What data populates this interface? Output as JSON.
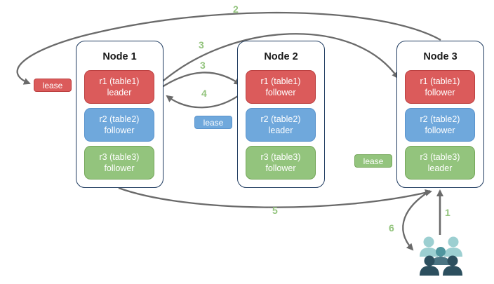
{
  "nodes": [
    {
      "title": "Node 1",
      "replicas": [
        {
          "name": "r1 (table1)",
          "role": "leader",
          "color": "#db5b5b"
        },
        {
          "name": "r2 (table2)",
          "role": "follower",
          "color": "#6fa8dc"
        },
        {
          "name": "r3 (table3)",
          "role": "follower",
          "color": "#93c47d"
        }
      ]
    },
    {
      "title": "Node 2",
      "replicas": [
        {
          "name": "r1 (table1)",
          "role": "follower",
          "color": "#db5b5b"
        },
        {
          "name": "r2 (table2)",
          "role": "leader",
          "color": "#6fa8dc"
        },
        {
          "name": "r3 (table3)",
          "role": "follower",
          "color": "#93c47d"
        }
      ]
    },
    {
      "title": "Node 3",
      "replicas": [
        {
          "name": "r1 (table1)",
          "role": "follower",
          "color": "#db5b5b"
        },
        {
          "name": "r2 (table2)",
          "role": "follower",
          "color": "#6fa8dc"
        },
        {
          "name": "r3 (table3)",
          "role": "leader",
          "color": "#93c47d"
        }
      ]
    }
  ],
  "leases": [
    {
      "label": "lease",
      "color": "#db5b5b",
      "near": "Node 1"
    },
    {
      "label": "lease",
      "color": "#6fa8dc",
      "near": "Node 2"
    },
    {
      "label": "lease",
      "color": "#93c47d",
      "near": "Node 3"
    }
  ],
  "steps": {
    "s1": "1",
    "s2": "2",
    "s3a": "3",
    "s3b": "3",
    "s4": "4",
    "s5": "5",
    "s6": "6"
  },
  "edges": [
    {
      "step": "1",
      "from": "users-group",
      "to": "node3-bottom"
    },
    {
      "step": "2",
      "from": "node3-top",
      "to": "lease-red"
    },
    {
      "step": "3",
      "from": "node1-r1-leader",
      "to": "node3-r1-follower"
    },
    {
      "step": "3",
      "from": "node1-r1-leader",
      "to": "node2-r1-follower"
    },
    {
      "step": "4",
      "from": "node2-r1-follower",
      "to": "node1-r1-leader"
    },
    {
      "step": "5",
      "from": "node1-bottom",
      "to": "node3-bottom"
    },
    {
      "step": "6",
      "from": "node3-bottom",
      "to": "users-group"
    }
  ],
  "icons": {
    "users_group": "five-person-group"
  },
  "colors": {
    "red": "#db5b5b",
    "red_border": "#bb4040",
    "blue": "#6fa8dc",
    "blue_border": "#5a93cc",
    "green": "#93c47d",
    "green_border": "#74a659",
    "node_border": "#1e3a5f",
    "arrow": "#6a6a6a",
    "step_label": "#93c47d",
    "users_light": "#9ccfd1",
    "users_mid": "#4f969e",
    "users_dark": "#2c4f5e"
  }
}
